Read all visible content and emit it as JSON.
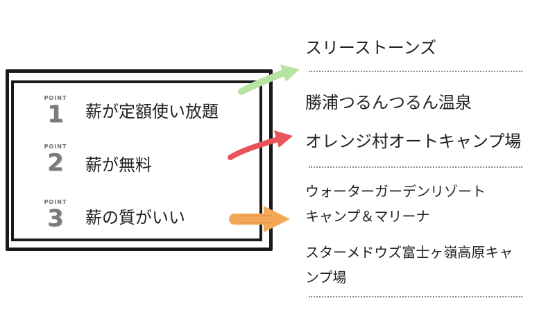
{
  "points": [
    {
      "word": "POINT",
      "num": "1",
      "text": "薪が定額使い放題"
    },
    {
      "word": "POINT",
      "num": "2",
      "text": "薪が無料"
    },
    {
      "word": "POINT",
      "num": "3",
      "text": "薪の質がいい"
    }
  ],
  "campgrounds": {
    "group1": [
      "スリーストーンズ"
    ],
    "group2": [
      "勝浦つるんつるん温泉",
      "オレンジ村オートキャンプ場"
    ],
    "group3": [
      "ウォーターガーデンリゾート",
      "キャンプ＆マリーナ"
    ],
    "group4": [
      "スターメドウズ富士ヶ嶺高原キャ",
      "ンプ場"
    ]
  },
  "colors": {
    "arrow1": "#b7e4a3",
    "arrow2": "#e8545a",
    "arrow3": "#f3a857",
    "frame": "#1a1a1a",
    "point_number": "#7a7a7a"
  }
}
